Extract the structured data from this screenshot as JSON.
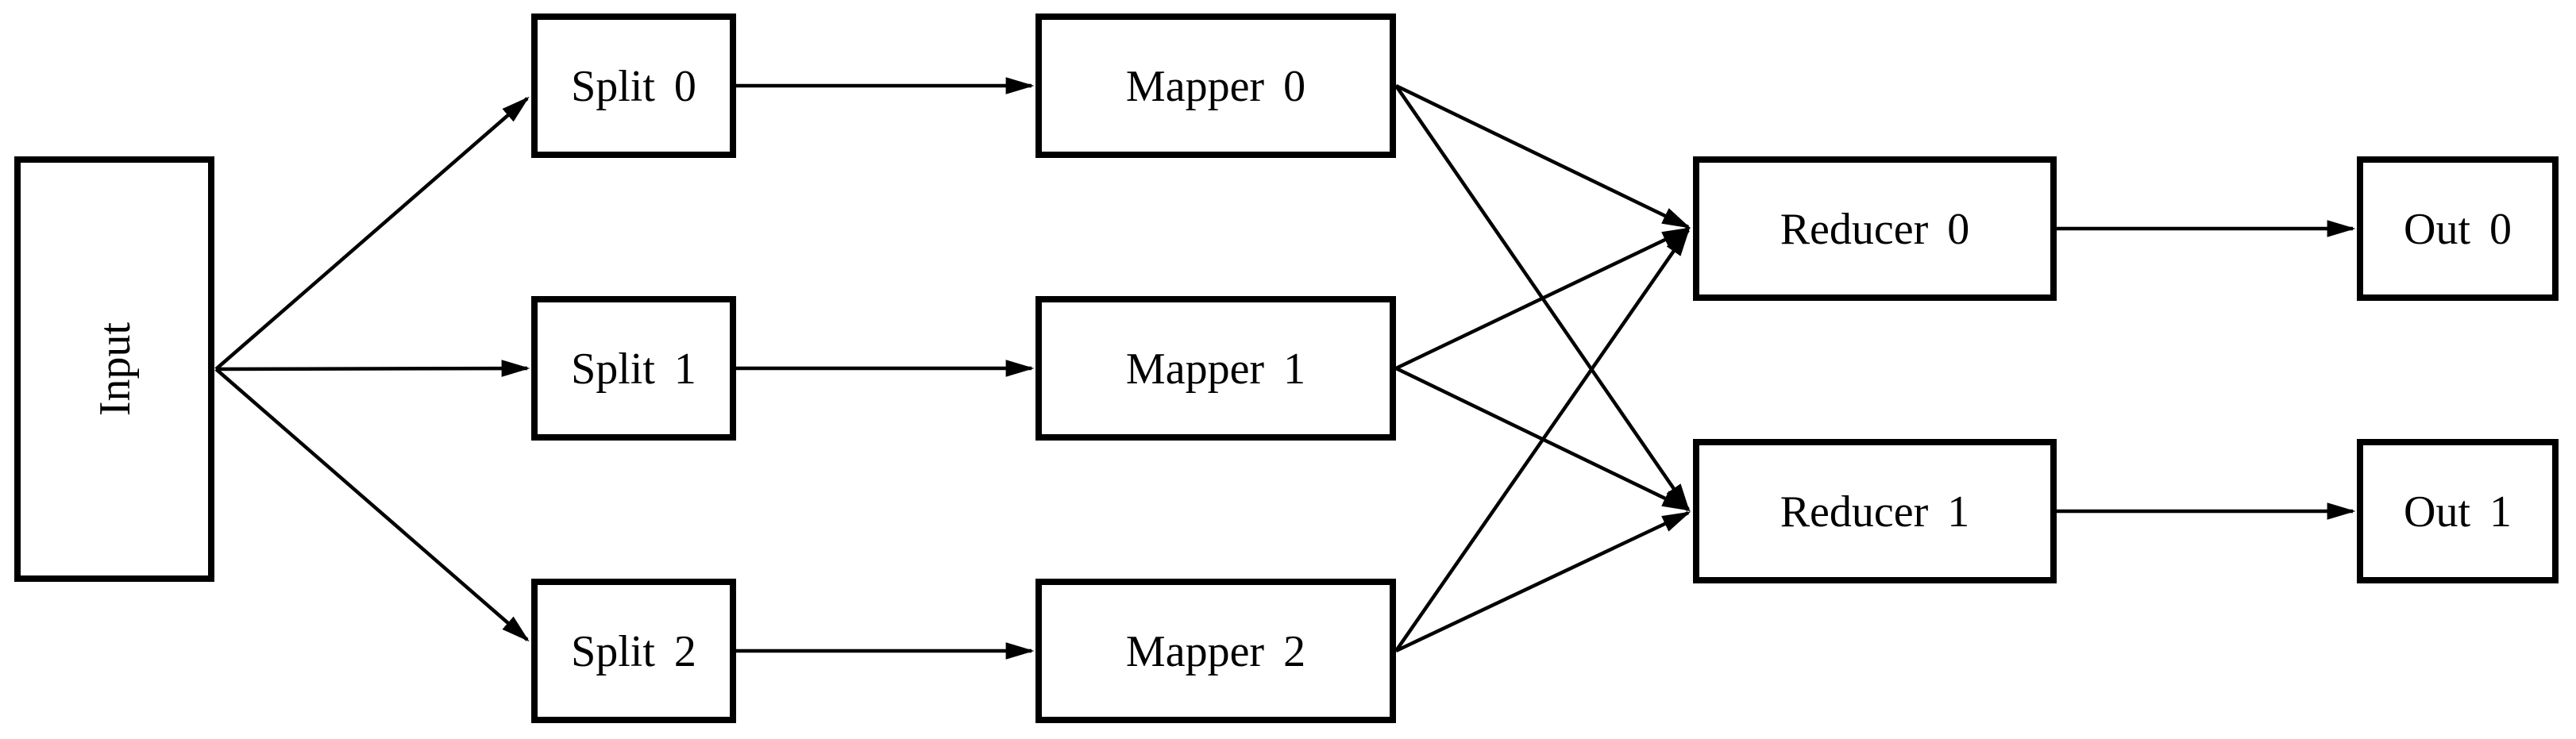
{
  "diagram": {
    "type": "flowchart",
    "description": "MapReduce data flow diagram",
    "background_color": "#ffffff",
    "line_color": "#000000",
    "text_color": "#000000",
    "nodes": {
      "input": {
        "label": "Input",
        "orientation": "vertical"
      },
      "split0": {
        "label": "Split 0",
        "orientation": "horizontal"
      },
      "split1": {
        "label": "Split 1",
        "orientation": "horizontal"
      },
      "split2": {
        "label": "Split 2",
        "orientation": "horizontal"
      },
      "mapper0": {
        "label": "Mapper 0",
        "orientation": "horizontal"
      },
      "mapper1": {
        "label": "Mapper 1",
        "orientation": "horizontal"
      },
      "mapper2": {
        "label": "Mapper 2",
        "orientation": "horizontal"
      },
      "reducer0": {
        "label": "Reducer 0",
        "orientation": "horizontal"
      },
      "reducer1": {
        "label": "Reducer 1",
        "orientation": "horizontal"
      },
      "out0": {
        "label": "Out 0",
        "orientation": "horizontal"
      },
      "out1": {
        "label": "Out 1",
        "orientation": "horizontal"
      }
    },
    "edges": [
      {
        "from": "Input",
        "to": "Split 0"
      },
      {
        "from": "Input",
        "to": "Split 1"
      },
      {
        "from": "Input",
        "to": "Split 2"
      },
      {
        "from": "Split 0",
        "to": "Mapper 0"
      },
      {
        "from": "Split 1",
        "to": "Mapper 1"
      },
      {
        "from": "Split 2",
        "to": "Mapper 2"
      },
      {
        "from": "Mapper 0",
        "to": "Reducer 0"
      },
      {
        "from": "Mapper 0",
        "to": "Reducer 1"
      },
      {
        "from": "Mapper 1",
        "to": "Reducer 0"
      },
      {
        "from": "Mapper 1",
        "to": "Reducer 1"
      },
      {
        "from": "Mapper 2",
        "to": "Reducer 0"
      },
      {
        "from": "Mapper 2",
        "to": "Reducer 1"
      },
      {
        "from": "Reducer 0",
        "to": "Out 0"
      },
      {
        "from": "Reducer 1",
        "to": "Out 1"
      }
    ]
  }
}
